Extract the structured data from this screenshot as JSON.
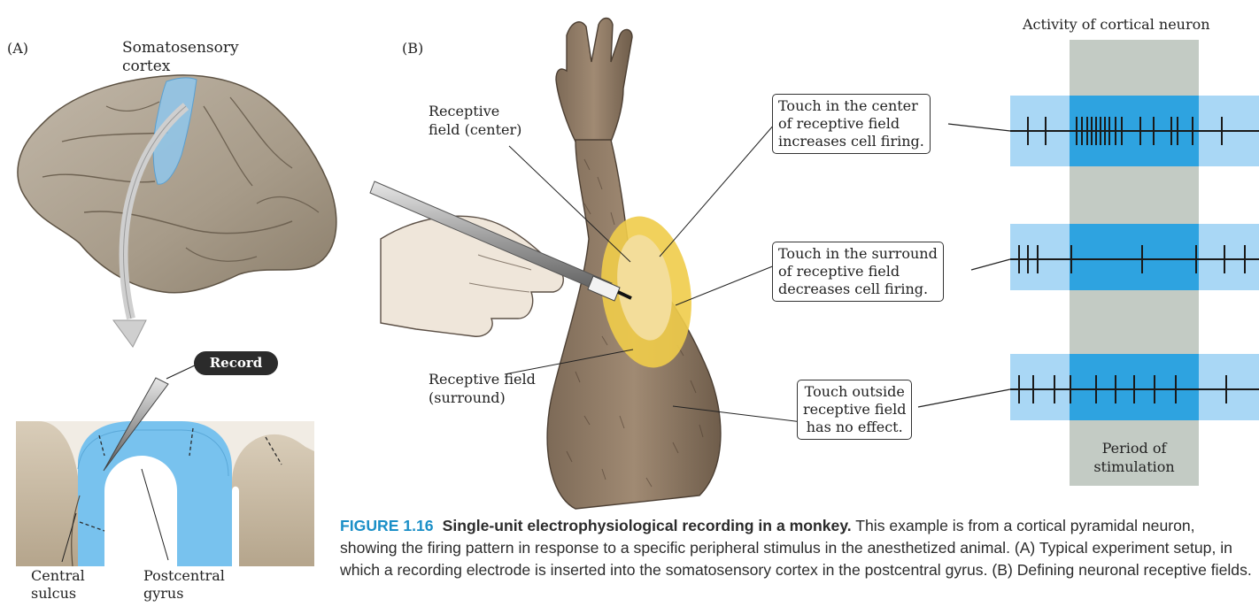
{
  "panels": {
    "a_label": "(A)",
    "b_label": "(B)"
  },
  "panel_a": {
    "cortex_label": "Somatosensory\ncortex",
    "record_label": "Record",
    "central_sulcus_label": "Central\nsulcus",
    "postcentral_gyrus_label": "Postcentral\ngyrus"
  },
  "panel_b": {
    "rf_center_label": "Receptive\nfield (center)",
    "rf_surround_label": "Receptive field\n(surround)",
    "callouts": [
      "Touch in the center\nof receptive field\nincreases cell firing.",
      "Touch in the surround\nof receptive field\ndecreases cell firing.",
      "Touch outside\nreceptive field\nhas no effect."
    ],
    "activity_title": "Activity of cortical neuron",
    "stim_label": "Period of\nstimulation"
  },
  "traces": [
    {
      "name": "center",
      "spikes": [
        1161,
        1181,
        1216,
        1222,
        1228,
        1233,
        1238,
        1243,
        1248,
        1253,
        1260,
        1267,
        1288,
        1303,
        1323,
        1330,
        1347,
        1380
      ]
    },
    {
      "name": "surround",
      "spikes": [
        1151,
        1161,
        1172,
        1210,
        1290,
        1351,
        1383,
        1406
      ]
    },
    {
      "name": "outside",
      "spikes": [
        1151,
        1167,
        1191,
        1209,
        1238,
        1260,
        1281,
        1304,
        1328,
        1385
      ]
    }
  ],
  "colors": {
    "cortex_blue": "#8fc7ec",
    "trace_light": "#a9d7f5",
    "trace_dark": "#2ea3e0",
    "stim_gray": "#c3cbc4",
    "rf_yellow": "#f0cc4a",
    "rf_center": "#f3dd9a",
    "caption_blue": "#1b8fc7"
  },
  "caption": {
    "figure_number": "FIGURE 1.16",
    "title": "Single-unit electrophysiological recording in a monkey.",
    "text": " This example is from a cortical pyramidal neuron, showing the firing pattern in response to a specific peripheral stimulus in the anesthetized animal. (A) Typical experiment setup, in which a recording electrode is inserted into the somatosensory cortex in the postcentral gyrus. (B) Defining neuronal receptive fields."
  }
}
